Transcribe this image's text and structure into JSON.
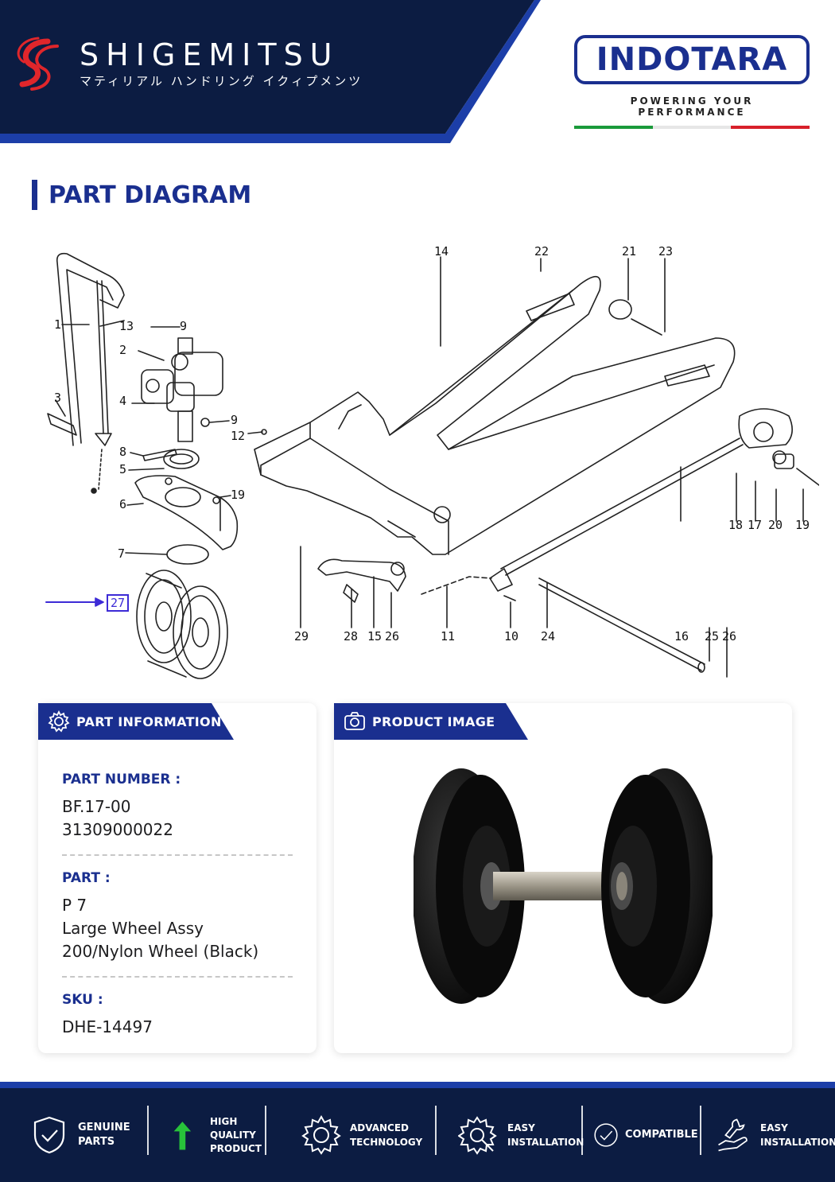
{
  "header": {
    "brand_name": "SHIGEMITSU",
    "brand_subtitle": "マティリアル ハンドリング イクィプメンツ",
    "partner_name": "INDOTARA",
    "partner_tagline": "POWERING YOUR PERFORMANCE",
    "colors": {
      "navy": "#0c1c42",
      "accent_blue": "#1a2f8f",
      "logo_red": "#d8202a"
    }
  },
  "section": {
    "title": "PART DIAGRAM"
  },
  "diagram": {
    "callouts": [
      "1",
      "2",
      "3",
      "4",
      "5",
      "6",
      "7",
      "8",
      "9",
      "9",
      "12",
      "13",
      "14",
      "22",
      "21",
      "23",
      "18",
      "17",
      "20",
      "19",
      "29",
      "28",
      "15",
      "26",
      "11",
      "10",
      "24",
      "16",
      "25",
      "26",
      "19",
      "27"
    ],
    "highlighted": "27"
  },
  "part_info": {
    "tab_label": "PART INFORMATION",
    "part_number_label": "PART NUMBER :",
    "part_number_1": "BF.17-00",
    "part_number_2": "31309000022",
    "part_label": "PART :",
    "part_line_1": "P 7",
    "part_line_2": "Large Wheel Assy",
    "part_line_3": "200/Nylon Wheel (Black)",
    "sku_label": "SKU :",
    "sku": "DHE-14497"
  },
  "product_image": {
    "tab_label": "PRODUCT IMAGE"
  },
  "footer": {
    "features": [
      {
        "icon": "shield-check-icon",
        "line1": "GENUINE",
        "line2": "PARTS"
      },
      {
        "icon": "arrow-up-icon",
        "line1": "HIGH",
        "line2": "QUALITY",
        "line3": "PRODUCT"
      },
      {
        "icon": "gear-icon",
        "line1": "ADVANCED",
        "line2": "TECHNOLOGY"
      },
      {
        "icon": "gear-wrench-icon",
        "line1": "EASY",
        "line2": "INSTALLATION"
      },
      {
        "icon": "check-circle-icon",
        "line1": "COMPATIBLE"
      },
      {
        "icon": "hand-wrench-icon",
        "line1": "EASY",
        "line2": "INSTALLATION"
      }
    ]
  }
}
